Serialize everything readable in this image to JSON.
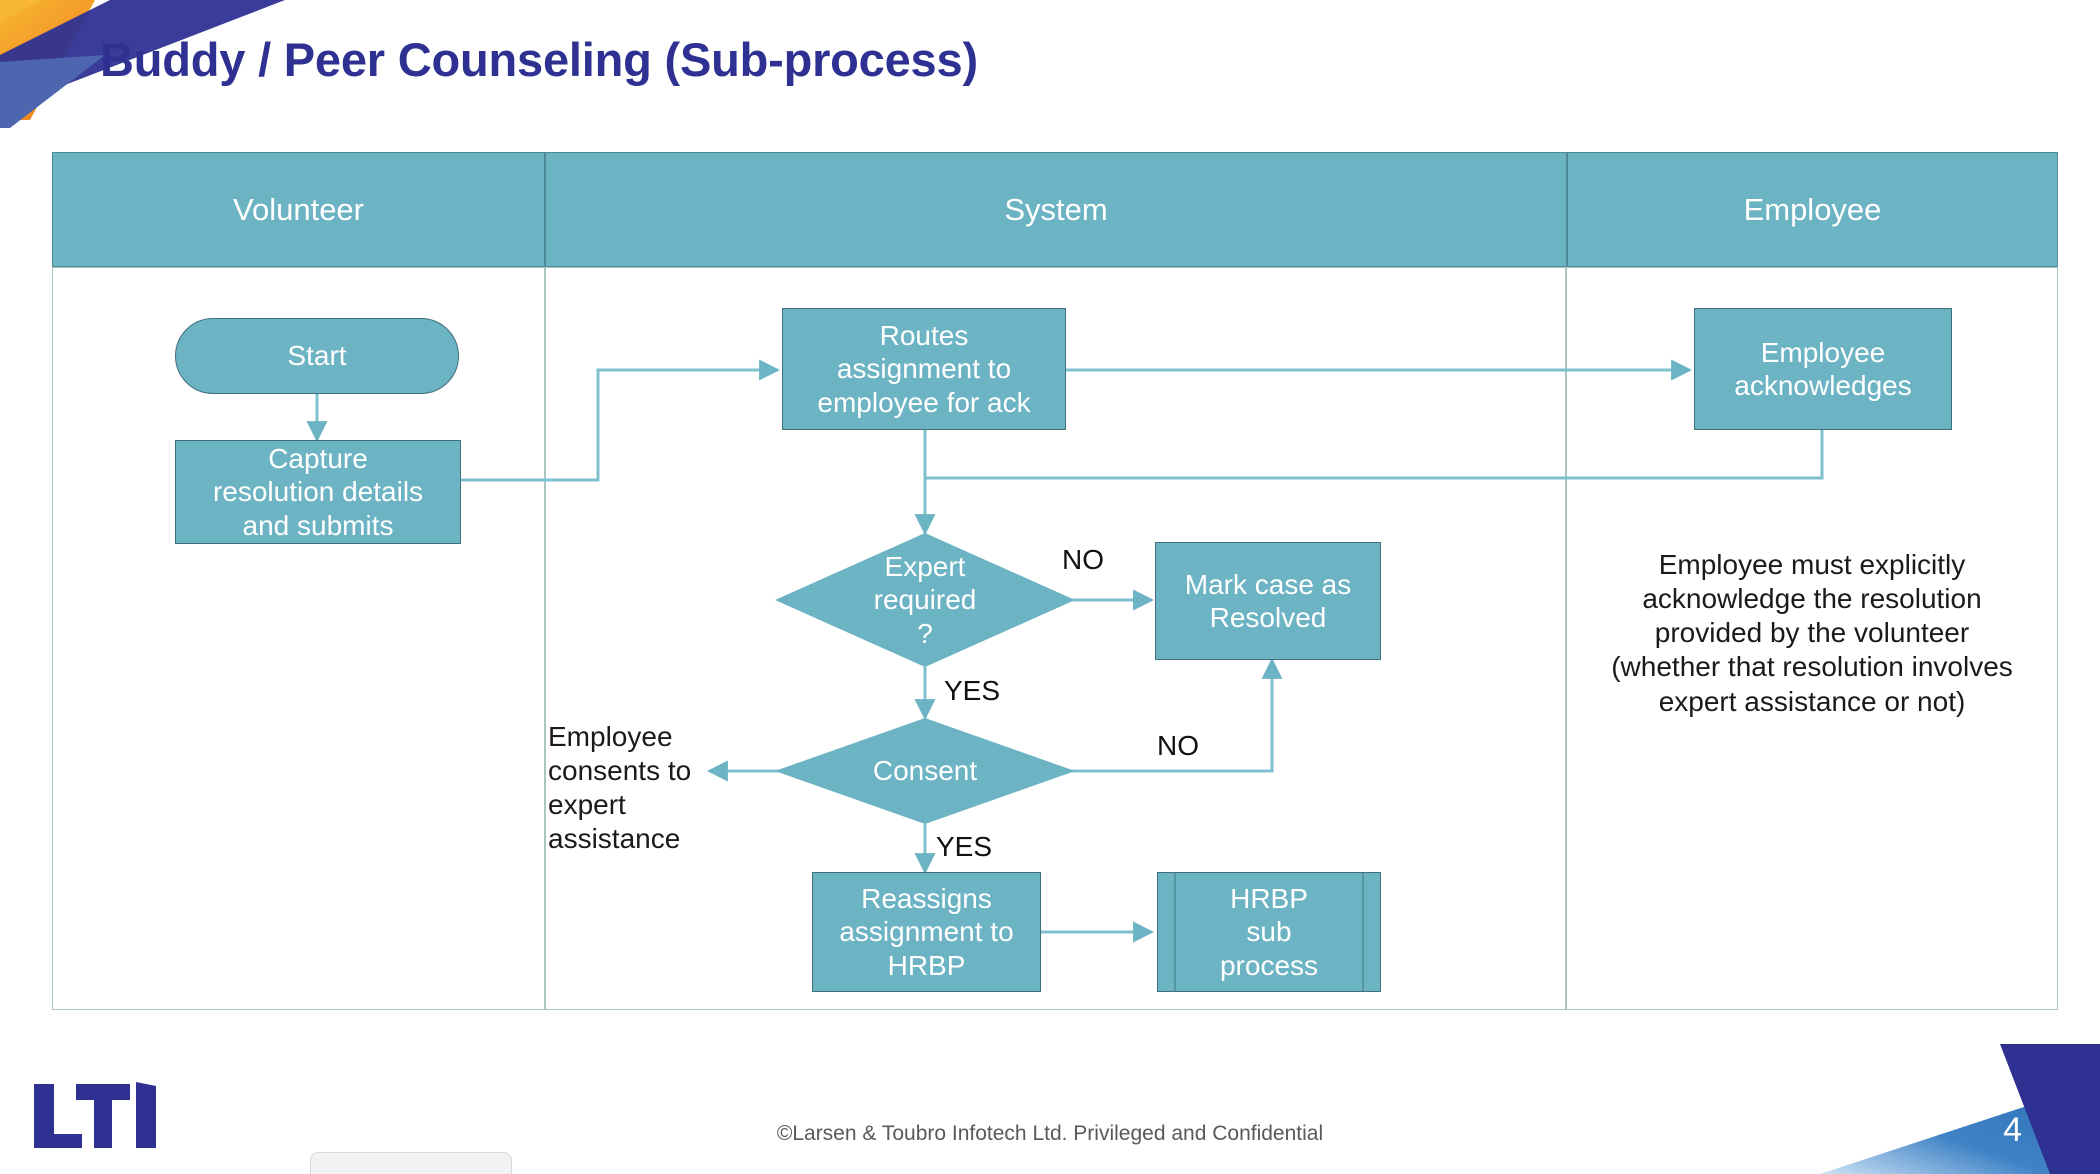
{
  "title": "Buddy / Peer Counseling (Sub-process)",
  "colors": {
    "title_blue": "#2e3192",
    "lane_header_fill": "#6cb3c3",
    "node_fill": "#6cb3c3",
    "node_border": "#3f6f7b",
    "lane_border": "#a9c6c4",
    "connector": "#7fc0cf",
    "deco_navy": "#2e3192",
    "deco_orange": "#f5a623",
    "deco_blue": "#4472c4"
  },
  "lanes": [
    {
      "id": "volunteer",
      "label": "Volunteer"
    },
    {
      "id": "system",
      "label": "System"
    },
    {
      "id": "employee",
      "label": "Employee"
    }
  ],
  "chart_data": {
    "type": "diagram",
    "subtype": "cross-functional-flowchart",
    "lanes": [
      "Volunteer",
      "System",
      "Employee"
    ],
    "nodes": [
      {
        "id": "start",
        "lane": "Volunteer",
        "shape": "terminator",
        "label": "Start"
      },
      {
        "id": "capture",
        "lane": "Volunteer",
        "shape": "process",
        "label": "Capture resolution details and submits"
      },
      {
        "id": "routes",
        "lane": "System",
        "shape": "process",
        "label": "Routes assignment to employee for ack"
      },
      {
        "id": "expert",
        "lane": "System",
        "shape": "decision",
        "label": "Expert required ?"
      },
      {
        "id": "consent",
        "lane": "System",
        "shape": "decision",
        "label": "Consent"
      },
      {
        "id": "resolved",
        "lane": "System",
        "shape": "process",
        "label": "Mark case as Resolved"
      },
      {
        "id": "reassign",
        "lane": "System",
        "shape": "process",
        "label": "Reassigns assignment to HRBP"
      },
      {
        "id": "hrbp",
        "lane": "System",
        "shape": "predefined-process",
        "label": "HRBP sub process"
      },
      {
        "id": "ack",
        "lane": "Employee",
        "shape": "process",
        "label": "Employee acknowledges"
      }
    ],
    "edges": [
      {
        "from": "start",
        "to": "capture",
        "label": ""
      },
      {
        "from": "capture",
        "to": "routes",
        "label": ""
      },
      {
        "from": "routes",
        "to": "ack",
        "label": ""
      },
      {
        "from": "ack",
        "to": "expert",
        "label": ""
      },
      {
        "from": "routes",
        "to": "expert",
        "label": ""
      },
      {
        "from": "expert",
        "to": "resolved",
        "label": "NO"
      },
      {
        "from": "expert",
        "to": "consent",
        "label": "YES"
      },
      {
        "from": "consent",
        "to": "resolved",
        "label": "NO"
      },
      {
        "from": "consent",
        "to": "reassign",
        "label": "YES"
      },
      {
        "from": "consent",
        "to": "note_consent",
        "label": ""
      },
      {
        "from": "reassign",
        "to": "hrbp",
        "label": ""
      }
    ],
    "annotations": [
      "Employee consents to expert assistance",
      "Employee must explicitly acknowledge the resolution provided by the volunteer (whether that resolution involves expert assistance or not)"
    ]
  },
  "nodes": {
    "start": {
      "label": "Start"
    },
    "capture": {
      "line1": "Capture",
      "line2": "resolution details",
      "line3": "and submits"
    },
    "routes": {
      "line1": "Routes",
      "line2": "assignment to",
      "line3": "employee for ack"
    },
    "expert": {
      "line1": "Expert",
      "line2": "required",
      "line3": "?"
    },
    "consent": {
      "label": "Consent"
    },
    "resolved": {
      "line1": "Mark case as",
      "line2": "Resolved"
    },
    "reassign": {
      "line1": "Reassigns",
      "line2": "assignment to",
      "line3": "HRBP"
    },
    "hrbp": {
      "line1": "HRBP",
      "line2": "sub",
      "line3": "process"
    },
    "ack": {
      "line1": "Employee",
      "line2": "acknowledges"
    }
  },
  "edge_labels": {
    "expert_no": "NO",
    "expert_yes": "YES",
    "consent_no": "NO",
    "consent_yes": "YES"
  },
  "notes": {
    "consent_note": {
      "l1": "Employee",
      "l2": "consents to",
      "l3": "expert",
      "l4": "assistance"
    },
    "employee_note": {
      "l1": "Employee must explicitly",
      "l2": "acknowledge the resolution",
      "l3": "provided by the volunteer",
      "l4": "(whether that resolution involves",
      "l5": "expert assistance or not)"
    }
  },
  "footer": {
    "copyright": "©Larsen & Toubro Infotech Ltd. Privileged and Confidential",
    "page_number": "4",
    "logo_text": "LTI"
  }
}
